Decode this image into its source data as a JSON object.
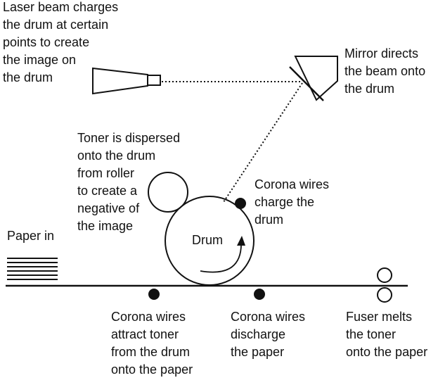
{
  "labels": {
    "laser": [
      "Laser beam charges",
      "the drum at certain",
      "points to create",
      "the image on",
      "the drum"
    ],
    "mirror": [
      "Mirror directs",
      "the beam onto",
      "the drum"
    ],
    "toner": [
      "Toner is dispersed",
      "onto the drum",
      "from roller",
      "to create a",
      "negative of",
      "the image"
    ],
    "corona_charge": [
      "Corona wires",
      "charge the",
      "drum"
    ],
    "paper_in": [
      "Paper in"
    ],
    "drum": [
      "Drum"
    ],
    "corona_attract": [
      "Corona wires",
      "attract toner",
      "from the drum",
      "onto the paper"
    ],
    "corona_discharge": [
      "Corona wires",
      "discharge",
      "the paper"
    ],
    "fuser": [
      "Fuser melts",
      "the toner",
      "onto the paper"
    ]
  },
  "colors": {
    "ink": "#111111",
    "background": "#ffffff"
  }
}
